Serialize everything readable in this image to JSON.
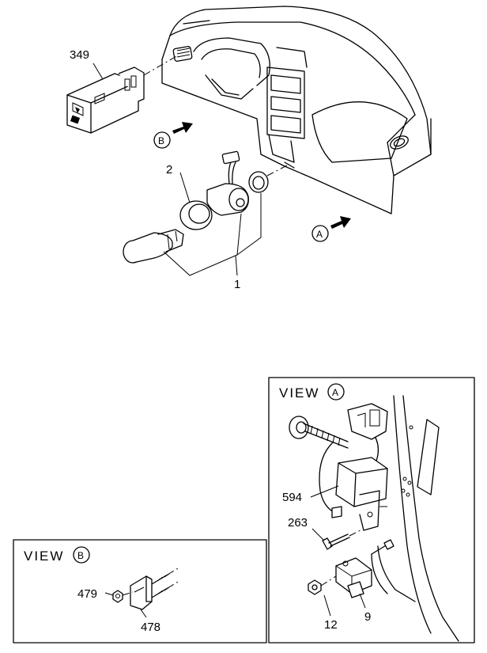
{
  "callouts": {
    "switch_349": "349",
    "ring_2": "2",
    "assembly_1": "1",
    "module_594": "594",
    "bolt_263": "263",
    "nut_12": "12",
    "bracket_9": "9",
    "nut_479": "479",
    "bracket_478": "478"
  },
  "views": {
    "view_a_label": "VIEW",
    "view_a_letter": "A",
    "view_b_label": "VIEW",
    "view_b_letter": "B"
  },
  "arrows": {
    "arrow_a": "A",
    "arrow_b": "B"
  }
}
